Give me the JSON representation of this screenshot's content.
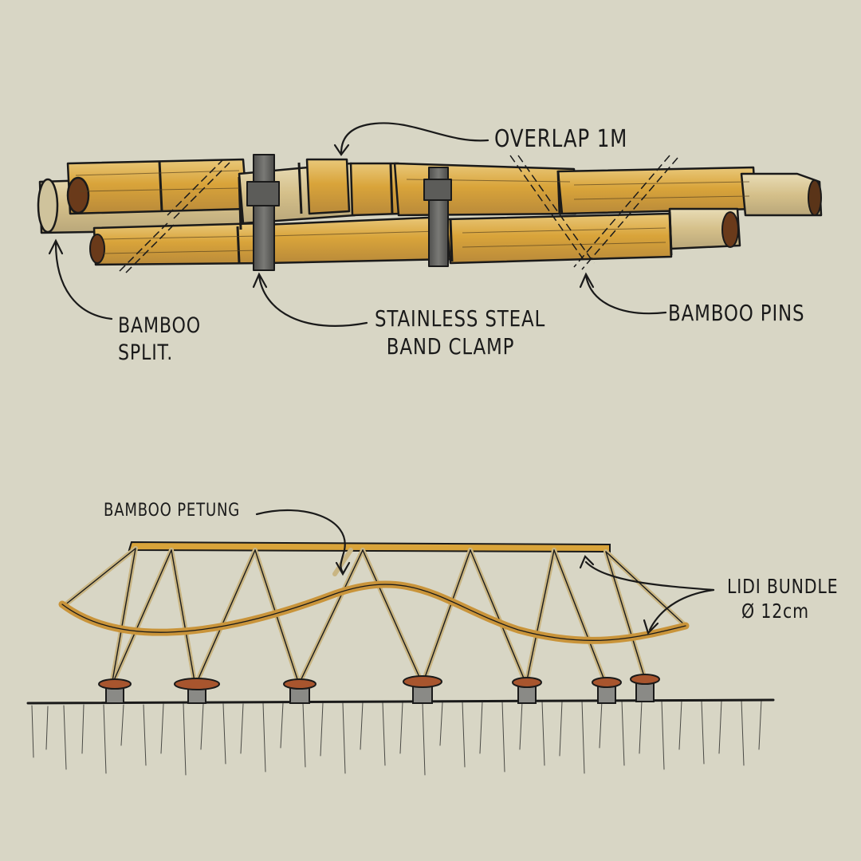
{
  "joint_detail": {
    "labels": {
      "overlap": "OVERLAP 1m",
      "bamboo_split": [
        "BAMBOO",
        "SPLIT."
      ],
      "band_clamp": [
        "STAINLESS STEAL",
        "BAND CLAMP"
      ],
      "bamboo_pins": "BAMBOO PINS"
    }
  },
  "truss_structure": {
    "labels": {
      "bamboo_petung": "BAMBOO PETUNG",
      "lidi_bundle": [
        "LIDI BUNDLE",
        "Ø 12cm"
      ]
    }
  },
  "colors": {
    "paper": "#d8d6c5",
    "ink": "#1a1a1a",
    "bamboo_gold": "#d9a43a",
    "bamboo_pale": "#d8c79a",
    "steel": "#6f6f6c",
    "footing_rust": "#a8552e"
  }
}
